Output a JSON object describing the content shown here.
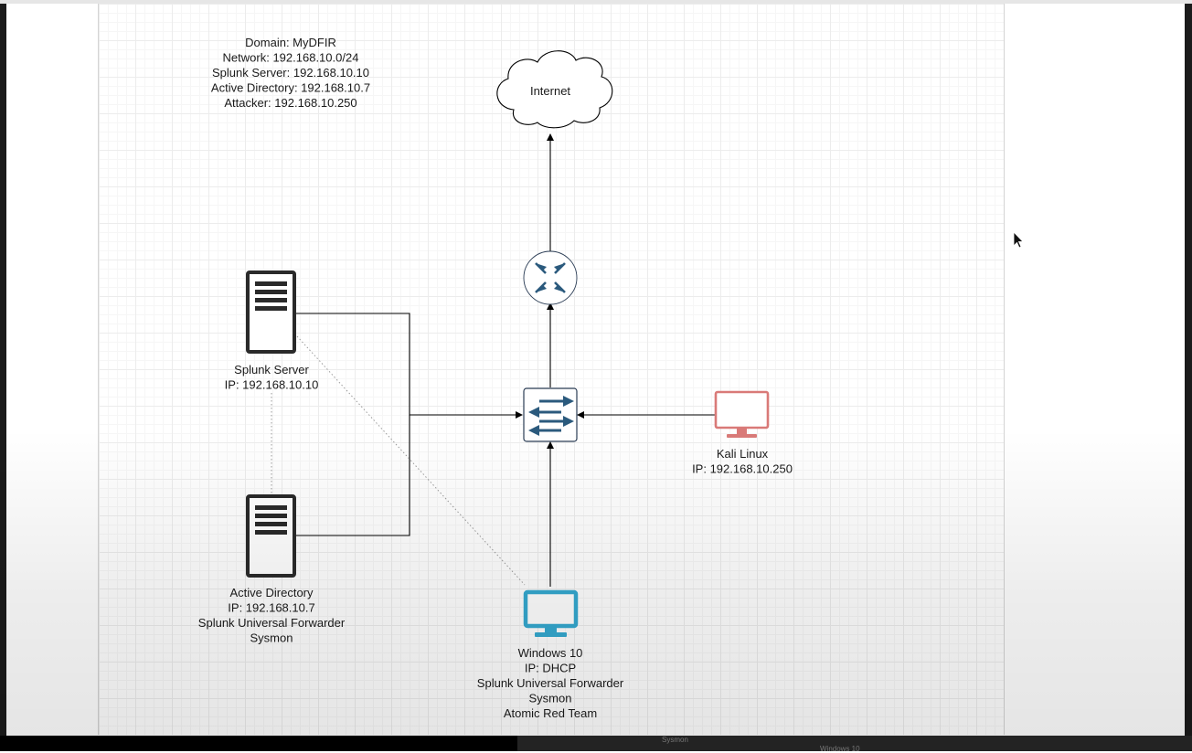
{
  "info_block": {
    "domain": "Domain: MyDFIR",
    "network": "Network: 192.168.10.0/24",
    "splunk": "Splunk Server: 192.168.10.10",
    "ad": "Active Directory: 192.168.10.7",
    "attacker": "Attacker: 192.168.10.250"
  },
  "internet": {
    "label": "Internet"
  },
  "splunk_server": {
    "name": "Splunk Server",
    "ip": "IP: 192.168.10.10"
  },
  "active_directory": {
    "name": "Active Directory",
    "ip": "IP: 192.168.10.7",
    "forwarder": "Splunk Universal Forwarder",
    "sysmon": "Sysmon"
  },
  "kali": {
    "name": "Kali Linux",
    "ip": "IP: 192.168.10.250"
  },
  "windows": {
    "name": "Windows 10",
    "ip": "IP: DHCP",
    "forwarder": "Splunk Universal Forwarder",
    "sysmon": "Sysmon",
    "art": "Atomic Red Team"
  },
  "ghost": {
    "a": "Sysmon",
    "b": "Windows 10"
  },
  "colors": {
    "device_stroke": "#2b3d55",
    "kali_monitor": "#d97a78",
    "windows_monitor": "#35a9d0",
    "connector": "#000000"
  }
}
